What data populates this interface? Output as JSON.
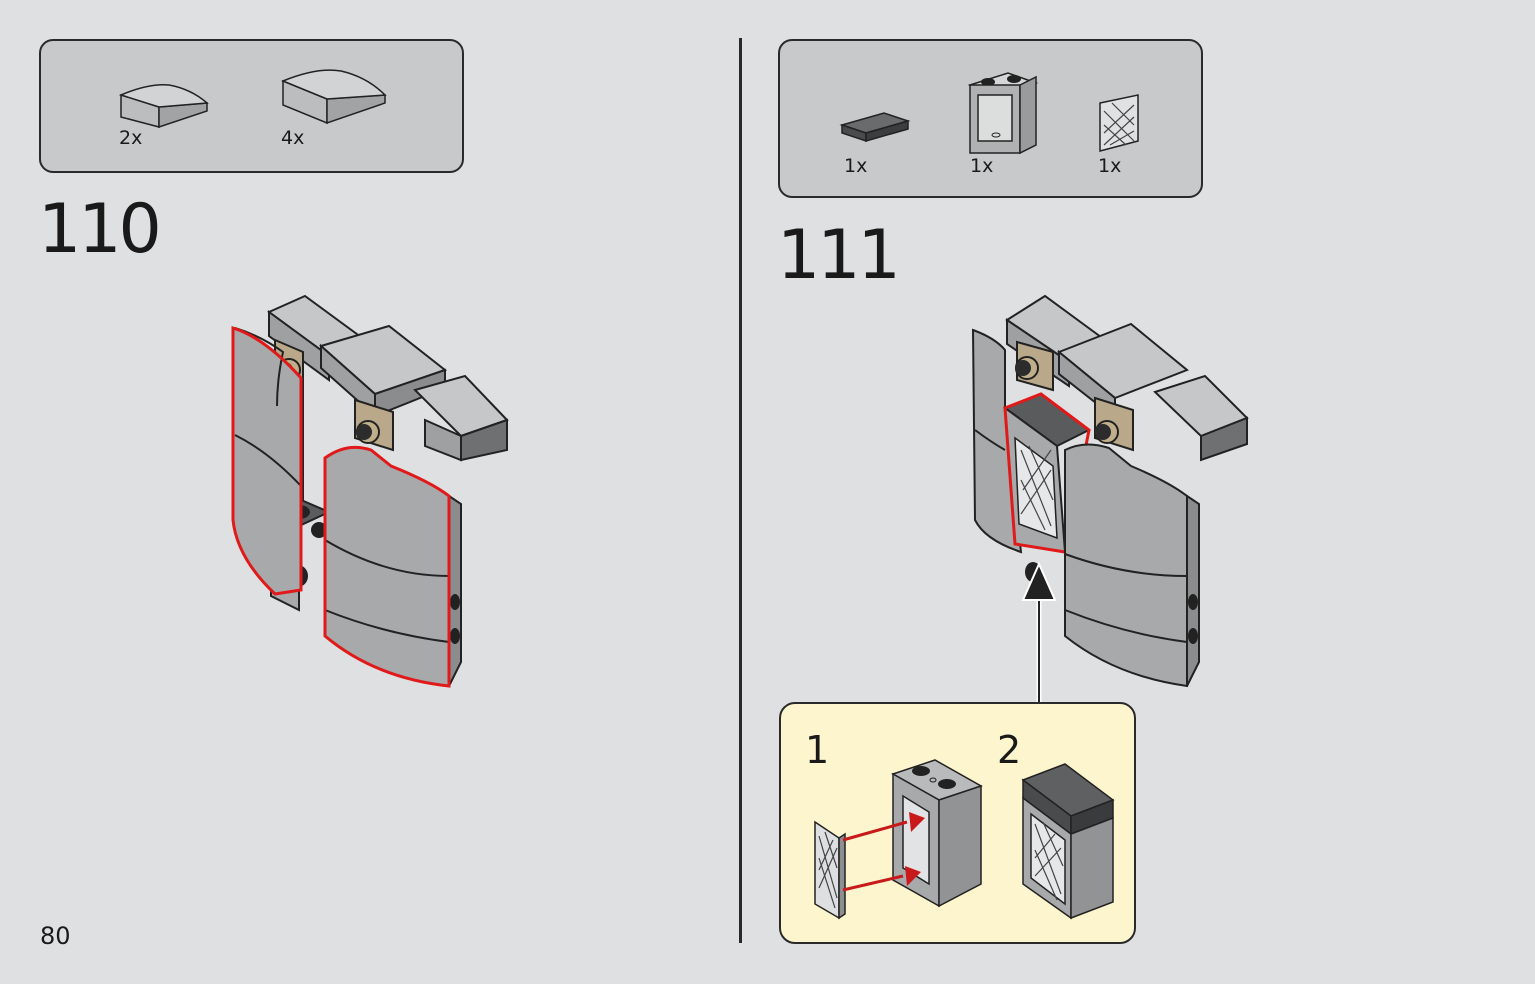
{
  "page": {
    "number": "80"
  },
  "steps": [
    {
      "number": "110",
      "parts": [
        {
          "icon": "curved-slope-1x2-light-gray",
          "quantity": "2x"
        },
        {
          "icon": "curved-slope-2x2-light-gray",
          "quantity": "4x"
        }
      ]
    },
    {
      "number": "111",
      "parts": [
        {
          "icon": "tile-1x2-dark-gray",
          "quantity": "1x"
        },
        {
          "icon": "window-frame-1x2x2-light-gray",
          "quantity": "1x"
        },
        {
          "icon": "window-glass-lattice",
          "quantity": "1x"
        }
      ],
      "substeps": [
        {
          "number": "1"
        },
        {
          "number": "2"
        }
      ]
    }
  ],
  "colors": {
    "background": "#dfe0e1",
    "parts_box": "#c8c9ca",
    "substep_box": "#fdf5cd",
    "highlight_outline": "#e01a1a",
    "light_gray_brick": "#a8a9aa",
    "dark_gray_brick": "#5a5a5a",
    "tan_brick": "#b8a88a"
  }
}
